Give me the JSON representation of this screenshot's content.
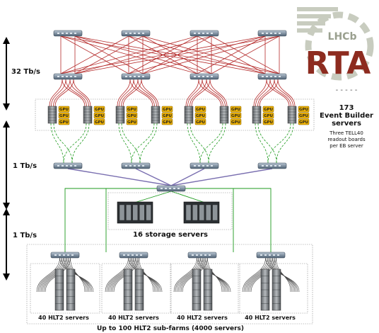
{
  "labels": {
    "bandwidth_top": "32 Tb/s",
    "bandwidth_mid": "1 Tb/s",
    "bandwidth_low": "1 Tb/s",
    "eb_count": "173",
    "eb_title_1": "Event Builder",
    "eb_title_2": "servers",
    "eb_note_1": "Three TELL40",
    "eb_note_2": "readout boards",
    "eb_note_3": "per EB server",
    "storage": "16 storage servers",
    "farm_label": "40 HLT2 servers",
    "footer": "Up to 100 HLT2 sub-farms (4000 servers)",
    "gpu": "GPU"
  },
  "logo": {
    "top_text": "LHCb",
    "main_text": "RTA",
    "colors": {
      "gear": "#c8ccbf",
      "text": "#8d2b1f",
      "sub": "#9aa08f"
    }
  },
  "colors": {
    "red_links": "#b42a2a",
    "green_links": "#1d9a1d",
    "purple_links": "#7a6fb0",
    "switch": "#6d7f92",
    "gpu_fill": "#f2b400"
  }
}
